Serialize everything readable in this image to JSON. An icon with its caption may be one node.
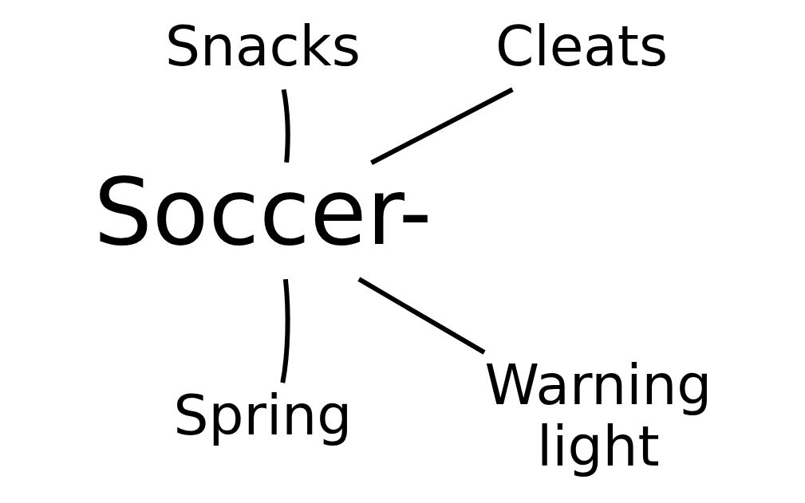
{
  "diagram": {
    "nodes": [
      {
        "text": [
          "Snacks"
        ]
      },
      {
        "text": [
          "Cleats"
        ]
      },
      {
        "text": [
          "Soccer-"
        ]
      },
      {
        "text": [
          "Spring"
        ]
      },
      {
        "text": [
          "Warning light"
        ]
      }
    ],
    "edges": [
      {
        "from": 2,
        "to": 0,
        "arrow": "none"
      },
      {
        "from": 2,
        "to": 1,
        "arrow": "none"
      },
      {
        "from": 2,
        "to": 3,
        "arrow": "none"
      },
      {
        "from": 2,
        "to": 4,
        "arrow": "none"
      }
    ]
  }
}
